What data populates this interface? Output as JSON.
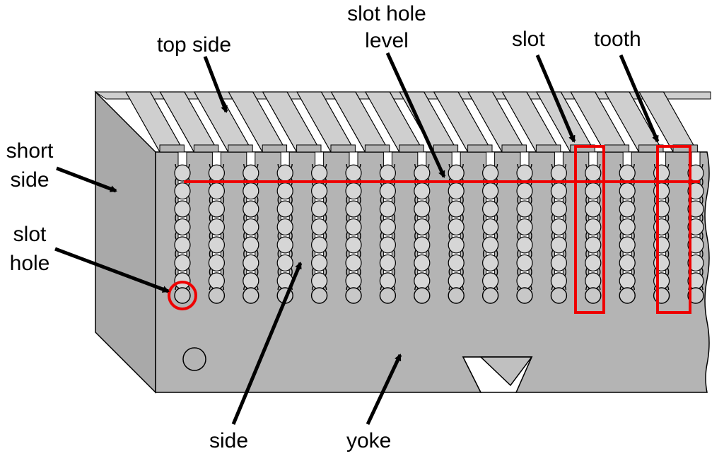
{
  "labels": {
    "top_side": "top side",
    "slot_hole_level_line1": "slot hole",
    "slot_hole_level_line2": "level",
    "slot": "slot",
    "tooth": "tooth",
    "short_side_line1": "short",
    "short_side_line2": "side",
    "slot_hole_line1": "slot",
    "slot_hole_line2": "hole",
    "side": "side",
    "yoke": "yoke"
  },
  "colors": {
    "background": "#ffffff",
    "body_fill": "#b4b4b4",
    "top_fill": "#cfcfcf",
    "short_side_fill": "#a9a9a9",
    "outline": "#000000",
    "highlight": "#ee0000",
    "arrow": "#000000"
  },
  "diagram": {
    "slot_count": 16,
    "twists_per_slot": 7,
    "highlighted_slot_index": 12,
    "highlighted_tooth_index": 14,
    "highlighted_slot_hole_index": 0
  }
}
